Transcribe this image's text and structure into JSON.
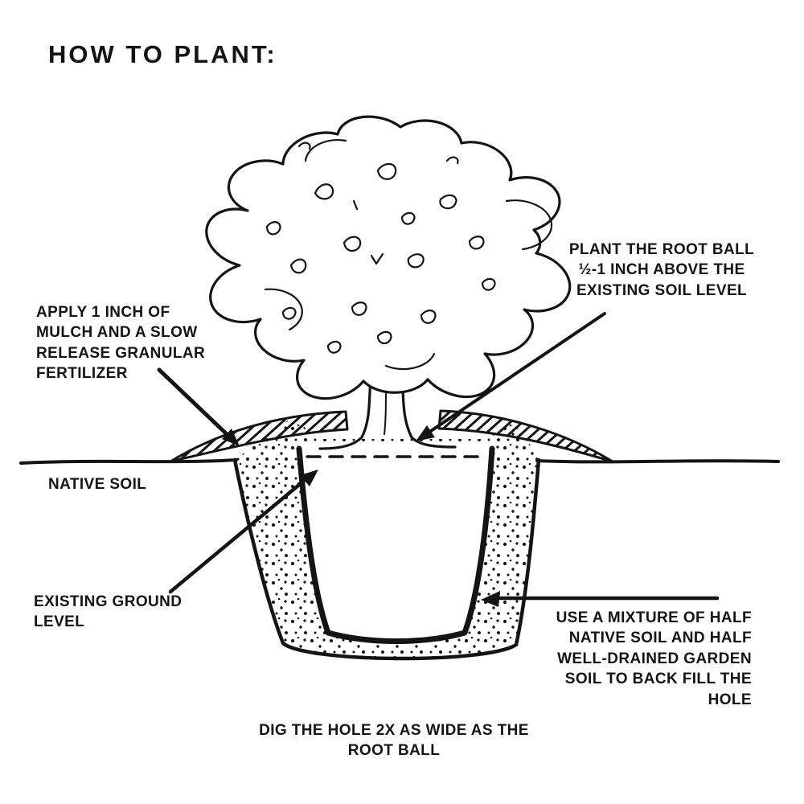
{
  "title": "HOW TO PLANT:",
  "labels": {
    "apply_mulch": "APPLY 1 INCH OF\nMULCH AND A SLOW\nRELEASE GRANULAR\nFERTILIZER",
    "plant_root_ball": "PLANT THE ROOT BALL\n½-1 INCH ABOVE THE\nEXISTING SOIL LEVEL",
    "native_soil": "NATIVE SOIL",
    "existing_ground_level": "EXISTING GROUND\nLEVEL",
    "backfill_mixture": "USE A MIXTURE OF HALF\nNATIVE SOIL AND HALF\nWELL-DRAINED GARDEN\nSOIL TO BACK FILL THE\nHOLE",
    "dig_hole": "DIG THE HOLE 2X AS WIDE AS THE\nROOT BALL"
  },
  "colors": {
    "ink": "#141414",
    "background": "#ffffff"
  }
}
